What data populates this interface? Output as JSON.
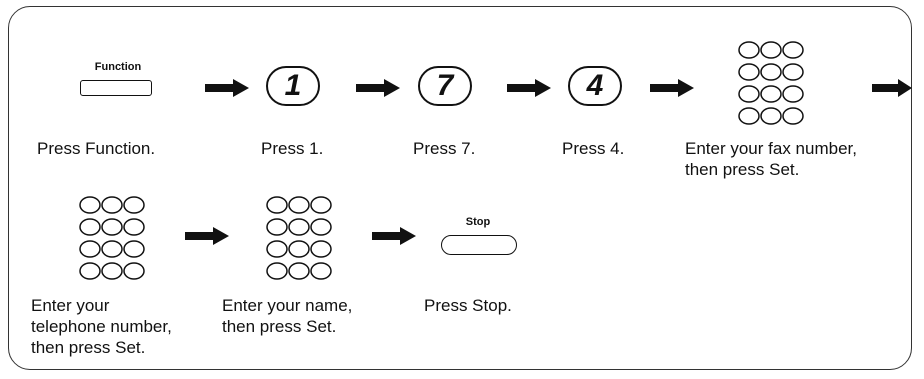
{
  "steps_row1": {
    "function_key": "Function",
    "function_caption": "Press Function.",
    "num1": "1",
    "num1_caption": "Press 1.",
    "num2": "7",
    "num2_caption": "Press 7.",
    "num3": "4",
    "num3_caption": "Press 4.",
    "fax_caption": "Enter your fax number,\nthen press Set."
  },
  "steps_row2": {
    "phone_caption": "Enter your\ntelephone number,\nthen press Set.",
    "name_caption": "Enter your name,\nthen press Set.",
    "stop_key": "Stop",
    "stop_caption": "Press Stop."
  }
}
